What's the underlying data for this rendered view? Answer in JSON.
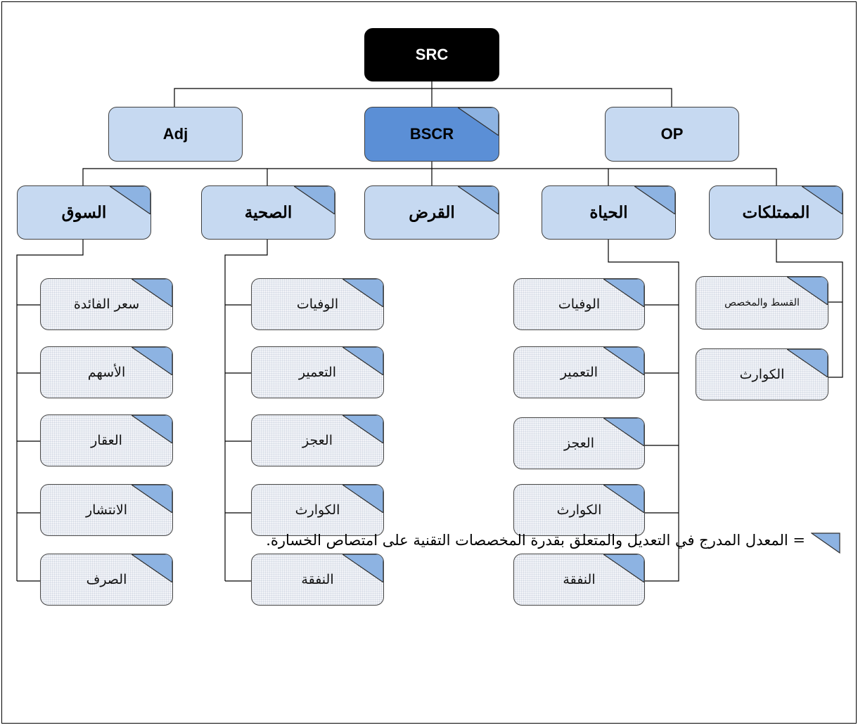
{
  "root": {
    "label": "SRC"
  },
  "level1": {
    "adj": {
      "label": "Adj"
    },
    "bscr": {
      "label": "BSCR"
    },
    "op": {
      "label": "OP"
    }
  },
  "modules": {
    "market": {
      "label": "السوق"
    },
    "health": {
      "label": "الصحية"
    },
    "default": {
      "label": "القرض"
    },
    "life": {
      "label": "الحياة"
    },
    "property": {
      "label": "الممتلكات"
    }
  },
  "market_items": [
    "سعر الفائدة",
    "الأسهم",
    "العقار",
    "الانتشار",
    "الصرف"
  ],
  "health_items": [
    "الوفيات",
    "التعمير",
    "العجز",
    "الكوارث",
    "النفقة"
  ],
  "life_items": [
    "الوفيات",
    "التعمير",
    "العجز",
    "الكوارث",
    "النفقة"
  ],
  "property_items": [
    "القسط والمخصص",
    "الكوارث"
  ],
  "legend": {
    "text": "= المعدل المدرج في التعديل والمتعلق بقدرة المخصصات التقنية على امتصاص الخسارة."
  },
  "colors": {
    "root_fill": "#000000",
    "light_fill": "#c6d9f1",
    "bscr_fill": "#5b8fd6",
    "triangle_fill": "#8db3e2",
    "leaf_fill": "#f3f5f9"
  }
}
